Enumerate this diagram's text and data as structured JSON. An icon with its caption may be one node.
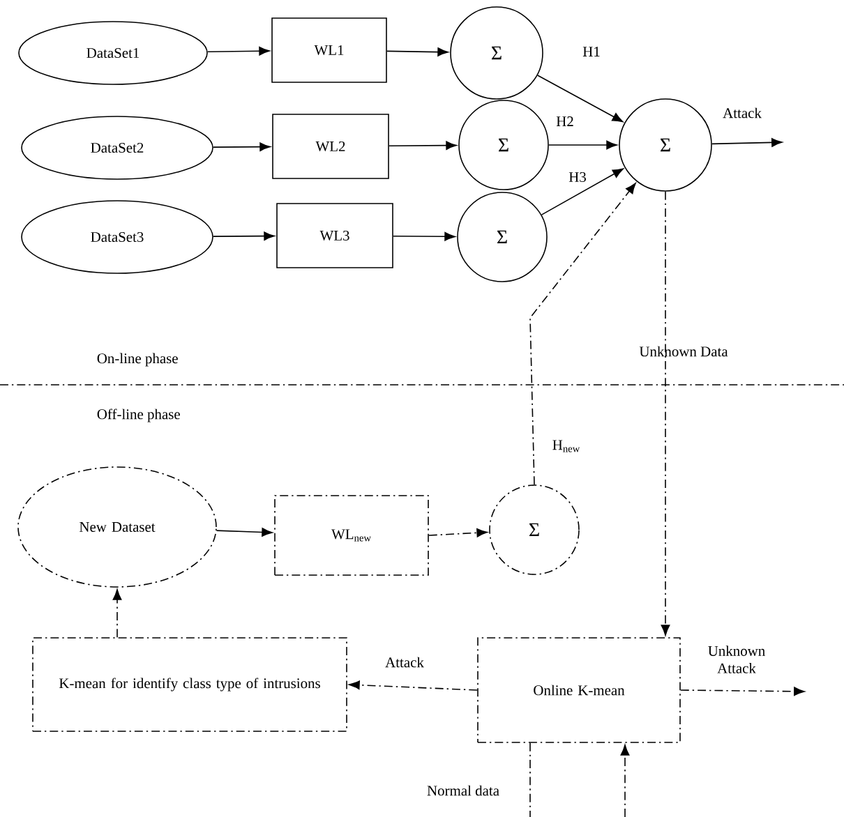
{
  "diagram": {
    "nodes": [
      {
        "text": [
          "DataSet1"
        ]
      },
      {
        "text": [
          "WL1"
        ]
      },
      {
        "text": [
          "Σ"
        ]
      },
      {
        "text": [
          "DataSet2"
        ]
      },
      {
        "text": [
          "WL2"
        ]
      },
      {
        "text": [
          "Σ"
        ]
      },
      {
        "text": [
          "DataSet3"
        ]
      },
      {
        "text": [
          "WL3"
        ]
      },
      {
        "text": [
          "Σ"
        ]
      },
      {
        "text": [
          "Σ"
        ]
      },
      {
        "text": [
          "New Dataset"
        ]
      },
      {
        "text": [
          "WL$_{new}$"
        ]
      },
      {
        "text": [
          "Σ"
        ]
      },
      {
        "text": [
          "K-mean for identify class type of intrusions"
        ]
      },
      {
        "text": [
          "Online K-mean"
        ]
      }
    ],
    "edges": [
      {
        "from": 0,
        "to": 1,
        "arrow": "to"
      },
      {
        "from": 1,
        "to": 2,
        "arrow": "to"
      },
      {
        "from": 3,
        "to": 4,
        "arrow": "to"
      },
      {
        "from": 4,
        "to": 5,
        "arrow": "to"
      },
      {
        "from": 6,
        "to": 7,
        "arrow": "to"
      },
      {
        "from": 7,
        "to": 8,
        "arrow": "to"
      },
      {
        "from": 2,
        "to": 9,
        "arrow": "to",
        "label": "H1"
      },
      {
        "from": 5,
        "to": 9,
        "arrow": "to",
        "label": "H2"
      },
      {
        "from": 8,
        "to": 9,
        "arrow": "to",
        "label": "H3"
      },
      {
        "from": 9,
        "to": null,
        "arrow": "to",
        "label": "Attack"
      },
      {
        "from": 10,
        "to": 11,
        "arrow": "to"
      },
      {
        "from": 11,
        "to": 12,
        "arrow": "to",
        "style": "dashed"
      },
      {
        "from": 12,
        "to": 9,
        "arrow": "to",
        "style": "dashed",
        "label": "H$_{new}$"
      },
      {
        "from": 9,
        "to": 14,
        "arrow": "to",
        "style": "dashed",
        "label": "Unknown Data"
      },
      {
        "from": 14,
        "to": 13,
        "arrow": "to",
        "style": "dashed",
        "label": "Attack"
      },
      {
        "from": 13,
        "to": 10,
        "arrow": "to",
        "style": "dashed"
      },
      {
        "from": 14,
        "to": null,
        "arrow": "to",
        "style": "dashed",
        "label": "Unknown Attack"
      },
      {
        "from": 14,
        "to": null,
        "arrow": "none",
        "style": "dashed",
        "label": "Normal data"
      },
      {
        "from": null,
        "to": 14,
        "arrow": "to",
        "style": "dashed"
      }
    ],
    "labels": [
      "On-line phase",
      "Off-line phase"
    ]
  }
}
